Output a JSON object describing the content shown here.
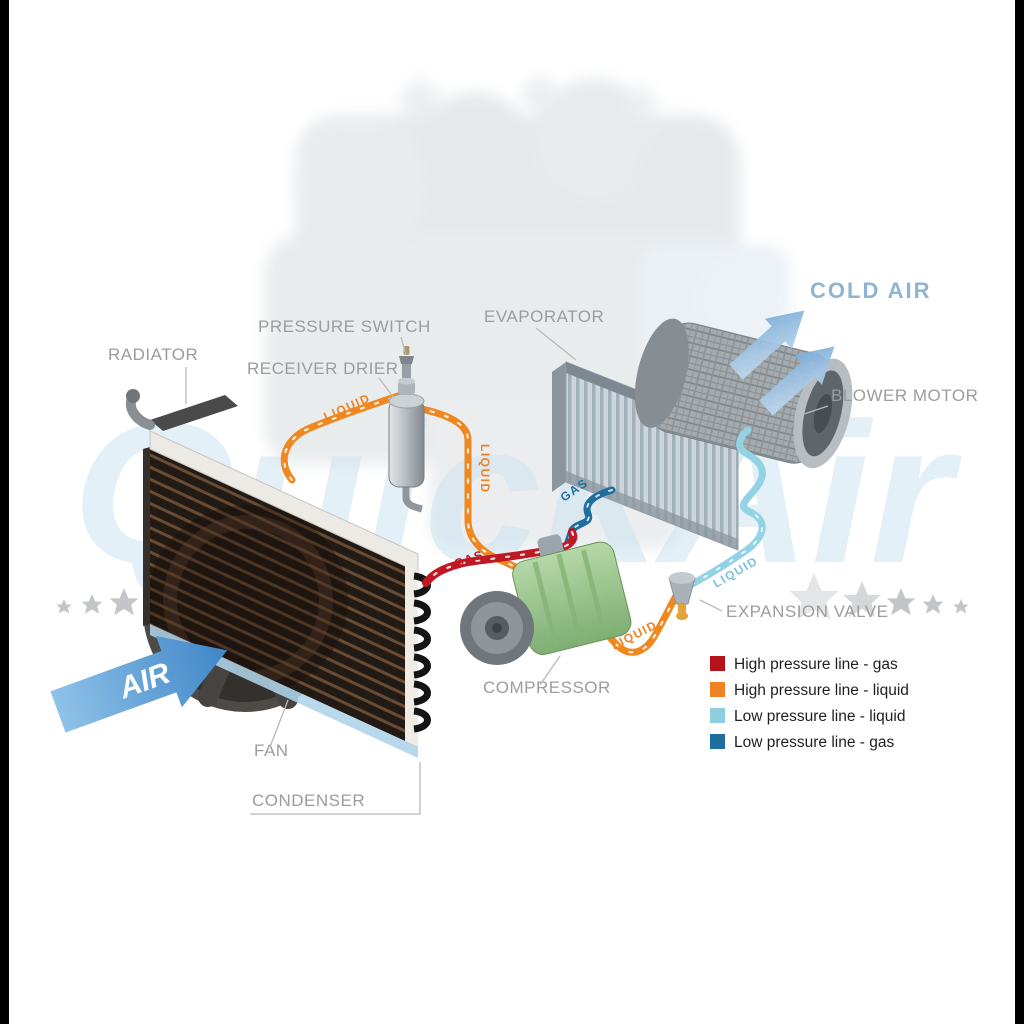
{
  "diagram": {
    "watermark": "QuickAir",
    "component_labels": {
      "radiator": "RADIATOR",
      "pressure_switch": "PRESSURE SWITCH",
      "receiver_drier": "RECEIVER DRIER",
      "evaporator": "EVAPORATOR",
      "blower_motor": "BLOWER MOTOR",
      "expansion_valve": "EXPANSION VALVE",
      "compressor": "COMPRESSOR",
      "fan": "FAN",
      "condenser": "CONDENSER"
    },
    "flow_labels": {
      "cold_air": "COLD AIR",
      "air_in": "AIR",
      "liquid_1": "LIQUID",
      "liquid_2": "LIQUID",
      "liquid_3": "LIQUID",
      "liquid_4": "LIQUID",
      "gas_high": "GAS",
      "gas_low": "GAS"
    },
    "legend": {
      "items": [
        {
          "label": "High pressure line - gas",
          "color": "#b5121b"
        },
        {
          "label": "High pressure line - liquid",
          "color": "#ef8222"
        },
        {
          "label": "Low pressure line - liquid",
          "color": "#8ecfdf"
        },
        {
          "label": "Low pressure line -  gas",
          "color": "#1f6e9e"
        }
      ]
    }
  }
}
